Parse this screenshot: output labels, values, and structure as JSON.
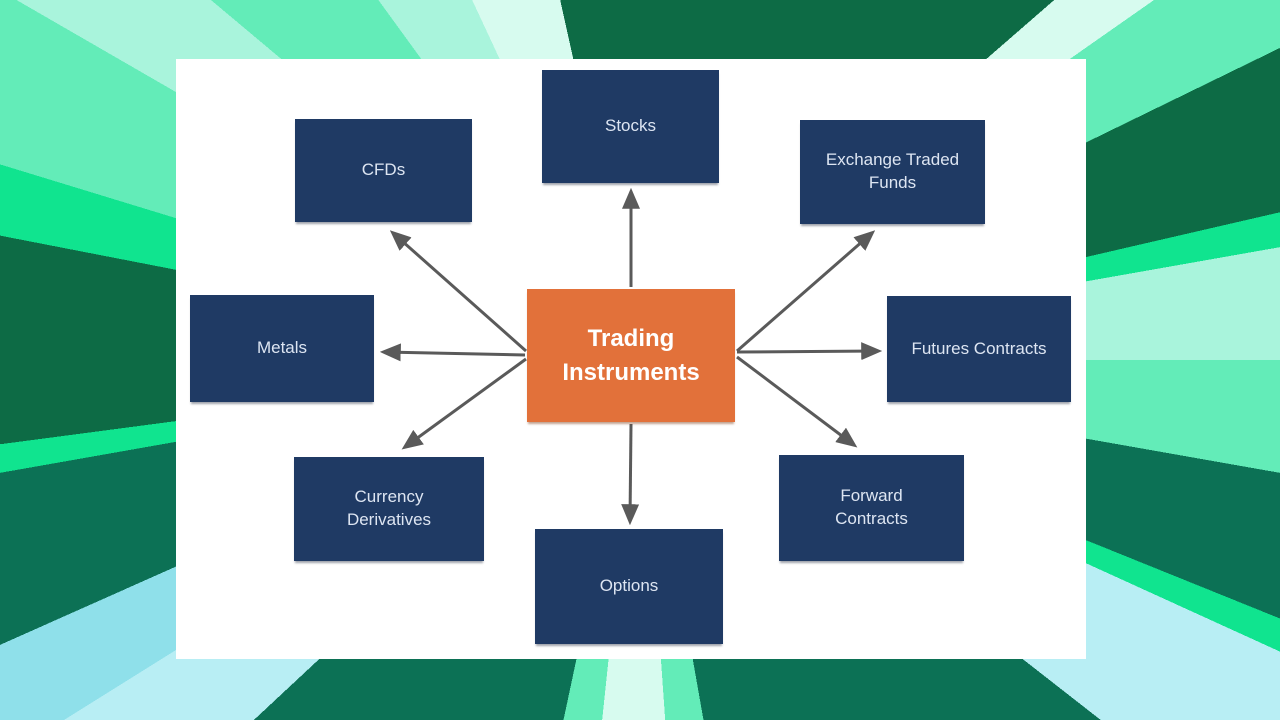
{
  "diagram": {
    "title": "Trading Instruments mind map",
    "center": {
      "label": "Trading Instruments"
    },
    "nodes": [
      {
        "id": "stocks",
        "label": "Stocks"
      },
      {
        "id": "etf",
        "label": "Exchange Traded Funds"
      },
      {
        "id": "futures",
        "label": "Futures Contracts"
      },
      {
        "id": "forward",
        "label": "Forward Contracts"
      },
      {
        "id": "options",
        "label": "Options"
      },
      {
        "id": "currency",
        "label": "Currency Derivatives"
      },
      {
        "id": "metals",
        "label": "Metals"
      },
      {
        "id": "cfds",
        "label": "CFDs"
      }
    ],
    "colors": {
      "center_fill": "#e2713a",
      "node_fill": "#1f3a64",
      "node_text": "#dde5f2",
      "center_text": "#ffffff",
      "arrow": "#5a5a5a",
      "canvas": "#ffffff",
      "background_dark_green": "#0d6b45",
      "background_bright_green": "#10e48f",
      "background_mint": "#63ecb8",
      "background_pale_cyan": "#8fe0ea"
    }
  }
}
